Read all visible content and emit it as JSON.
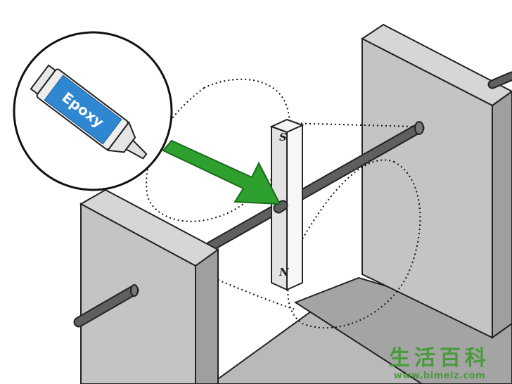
{
  "illustration": {
    "tube_label": "Epoxy",
    "magnet": {
      "top_pole": "S",
      "bottom_pole": "N"
    },
    "colors": {
      "stand": "#c7c7c7",
      "stand_shade": "#a9a9a9",
      "axle": "#5f5f5f",
      "arrow": "#2ea02e",
      "tube_label_bg": "#2f86d1",
      "magnet": "#eeeeee"
    }
  },
  "watermark": {
    "chinese": "生活百科",
    "url": "www.bimeiz.com"
  }
}
